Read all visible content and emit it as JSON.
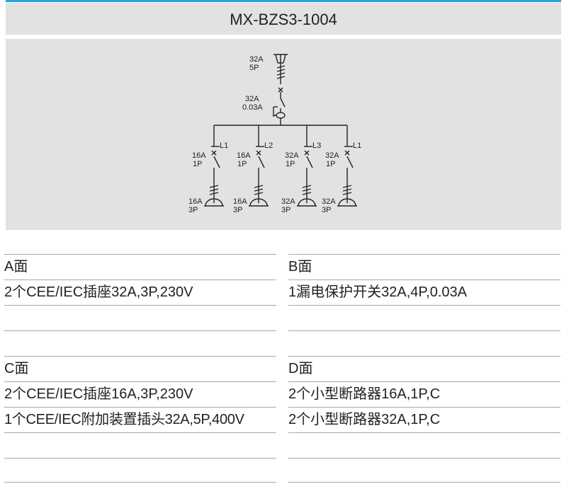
{
  "header": {
    "title": "MX-BZS3-1004"
  },
  "diagram": {
    "main_switch": {
      "current": "32A",
      "poles": "5P"
    },
    "rcd": {
      "current": "32A",
      "sensitivity": "0.03A"
    },
    "breakers": [
      {
        "current": "16A",
        "poles": "1P",
        "phase": "L1"
      },
      {
        "current": "16A",
        "poles": "1P",
        "phase": "L2"
      },
      {
        "current": "32A",
        "poles": "1P",
        "phase": "L3"
      },
      {
        "current": "32A",
        "poles": "1P",
        "phase": "L1"
      }
    ],
    "sockets": [
      {
        "current": "16A",
        "poles": "3P"
      },
      {
        "current": "16A",
        "poles": "3P"
      },
      {
        "current": "32A",
        "poles": "3P"
      },
      {
        "current": "32A",
        "poles": "3P"
      }
    ]
  },
  "faces": {
    "a": {
      "title": "A面",
      "rows": [
        "2个CEE/IEC插座32A,3P,230V",
        ""
      ]
    },
    "b": {
      "title": "B面",
      "rows": [
        "1漏电保护开关32A,4P,0.03A",
        ""
      ]
    },
    "c": {
      "title": "C面",
      "rows": [
        "2个CEE/IEC插座16A,3P,230V",
        "1个CEE/IEC附加装置插头32A,5P,400V",
        ""
      ]
    },
    "d": {
      "title": "D面",
      "rows": [
        "2个小型断路器16A,1P,C",
        "2个小型断路器32A,1P,C",
        ""
      ]
    }
  },
  "colors": {
    "accent": "#29a6de",
    "panel": "#e2e2e2",
    "rule": "#a8a8a8"
  }
}
